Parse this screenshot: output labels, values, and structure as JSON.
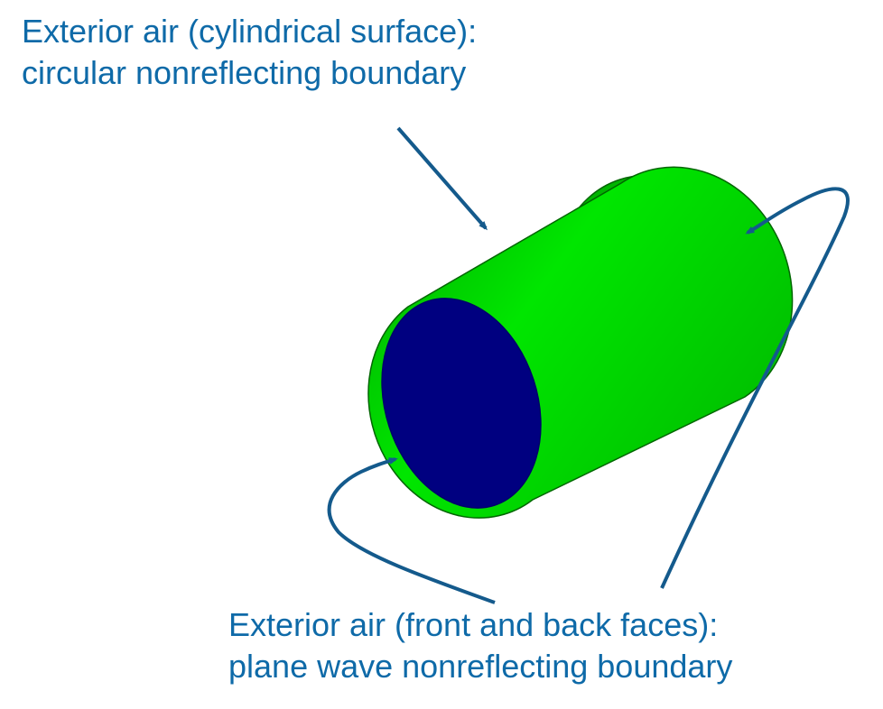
{
  "labels": {
    "cylindrical": {
      "line1": "Exterior air (cylindrical surface):",
      "line2": "circular nonreflecting boundary"
    },
    "faces": {
      "line1": "Exterior air (front and back faces):",
      "line2": "plane wave nonreflecting boundary"
    }
  },
  "colors": {
    "text": "#0e6aa8",
    "arrow": "#145a8c",
    "cylinder_surface": "#00e600",
    "cylinder_surface_shade": "#00a800",
    "front_face": "#000080"
  }
}
